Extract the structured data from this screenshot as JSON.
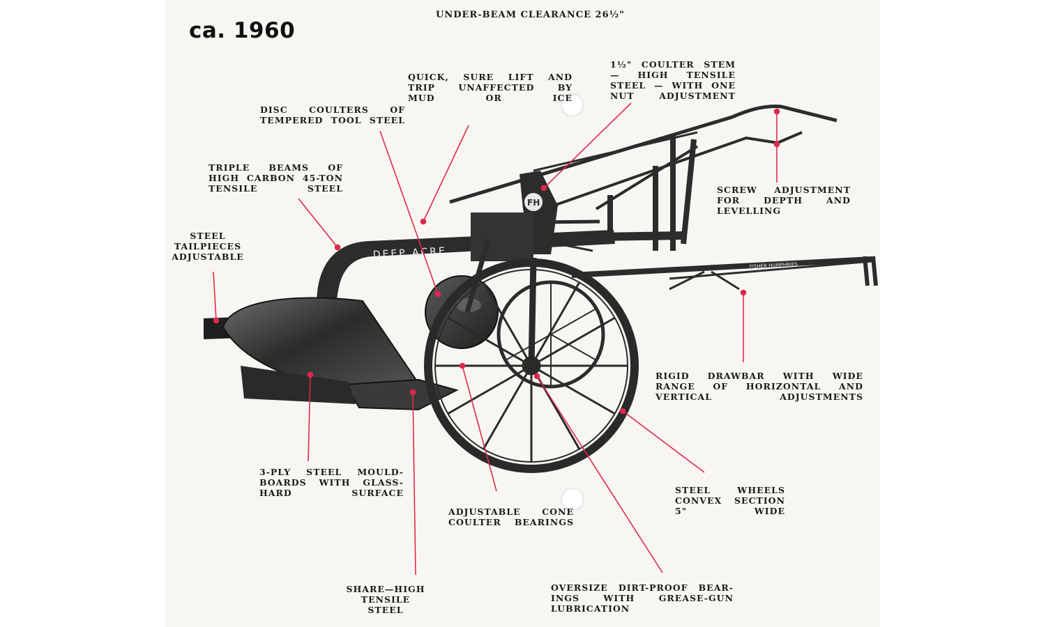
{
  "era_label": "ca. 1960",
  "header": "UNDER-BEAM CLEARANCE 26½\"",
  "beam_lettering": "DEEP ACRE",
  "drawbar_lettering": "FISHER HUMPHRIES",
  "badge_lettering": "FH",
  "callouts": {
    "quick_lift": "QUICK, SURE LIFT AND\nTRIP UNAFFECTED BY\nMUD OR ICE",
    "coulter_stem": "1½\" COULTER STEM\n— HIGH TENSILE\nSTEEL — WITH ONE\nNUT ADJUSTMENT",
    "disc_coulters": "DISC COULTERS OF\nTEMPERED TOOL STEEL",
    "triple_beams": "TRIPLE BEAMS OF\nHIGH CARBON 45-TON\nTENSILE STEEL",
    "screw_adjustment": "SCREW ADJUSTMENT\nFOR DEPTH AND\nLEVELLING",
    "tailpieces": "STEEL\nTAILPIECES\nADJUSTABLE",
    "drawbar": "RIGID DRAWBAR WITH WIDE\nRANGE OF HORIZONTAL AND\nVERTICAL ADJUSTMENTS",
    "mouldboards": "3-PLY STEEL MOULD-\nBOARDS WITH GLASS-\nHARD SURFACE",
    "wheels": "STEEL WHEELS\nCONVEX SECTION\n5\" WIDE",
    "coulter_bearings": "ADJUSTABLE CONE\nCOULTER BEARINGS",
    "share": "SHARE—HIGH\nTENSILE\nSTEEL",
    "bearings": "OVERSIZE DIRT-PROOF BEAR-\nINGS WITH GREASE-GUN\nLUBRICATION"
  },
  "colors": {
    "leader": "#e0284a",
    "ink": "#1a1a1a",
    "metal": "#2c2c2c"
  }
}
